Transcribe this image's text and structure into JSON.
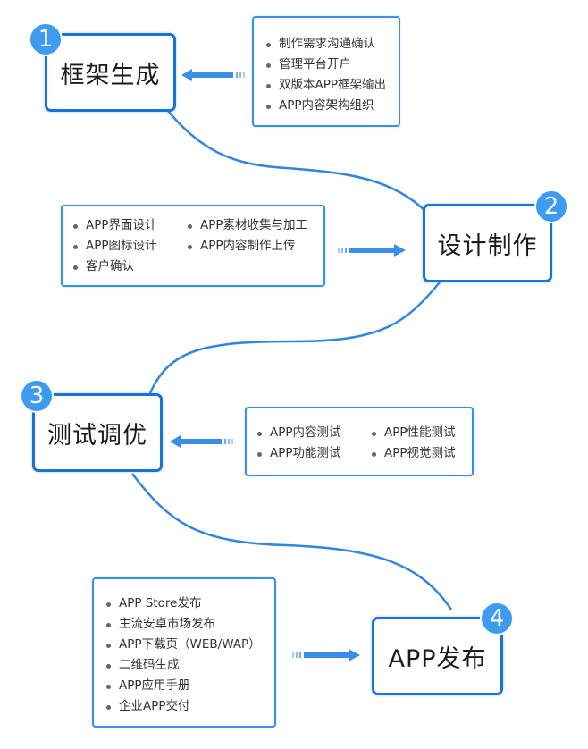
{
  "colors": {
    "accent": "#1a73d9",
    "badge": "#3d9bf0",
    "info_border": "#3690ee",
    "arrow": "#3a8ee8"
  },
  "steps": [
    {
      "number": "1",
      "title": "框架生成",
      "tasks": [
        "制作需求沟通确认",
        "管理平台开户",
        "双版本APP框架输出",
        "APP内容架构组织"
      ],
      "arrow": "left-arrow"
    },
    {
      "number": "2",
      "title": "设计制作",
      "tasks_columns": [
        [
          "APP界面设计",
          "APP图标设计",
          "客户确认"
        ],
        [
          "APP素材收集与加工",
          "APP内容制作上传"
        ]
      ],
      "arrow": "right-arrow"
    },
    {
      "number": "3",
      "title": "测试调优",
      "tasks_columns": [
        [
          "APP内容测试",
          "APP功能测试"
        ],
        [
          "APP性能测试",
          "APP视觉测试"
        ]
      ],
      "arrow": "left-arrow"
    },
    {
      "number": "4",
      "title": "APP发布",
      "tasks": [
        "APP Store发布",
        "主流安卓市场发布",
        "APP下载页（WEB/WAP）",
        "二维码生成",
        "APP应用手册",
        "企业APP交付"
      ],
      "arrow": "right-arrow"
    }
  ]
}
